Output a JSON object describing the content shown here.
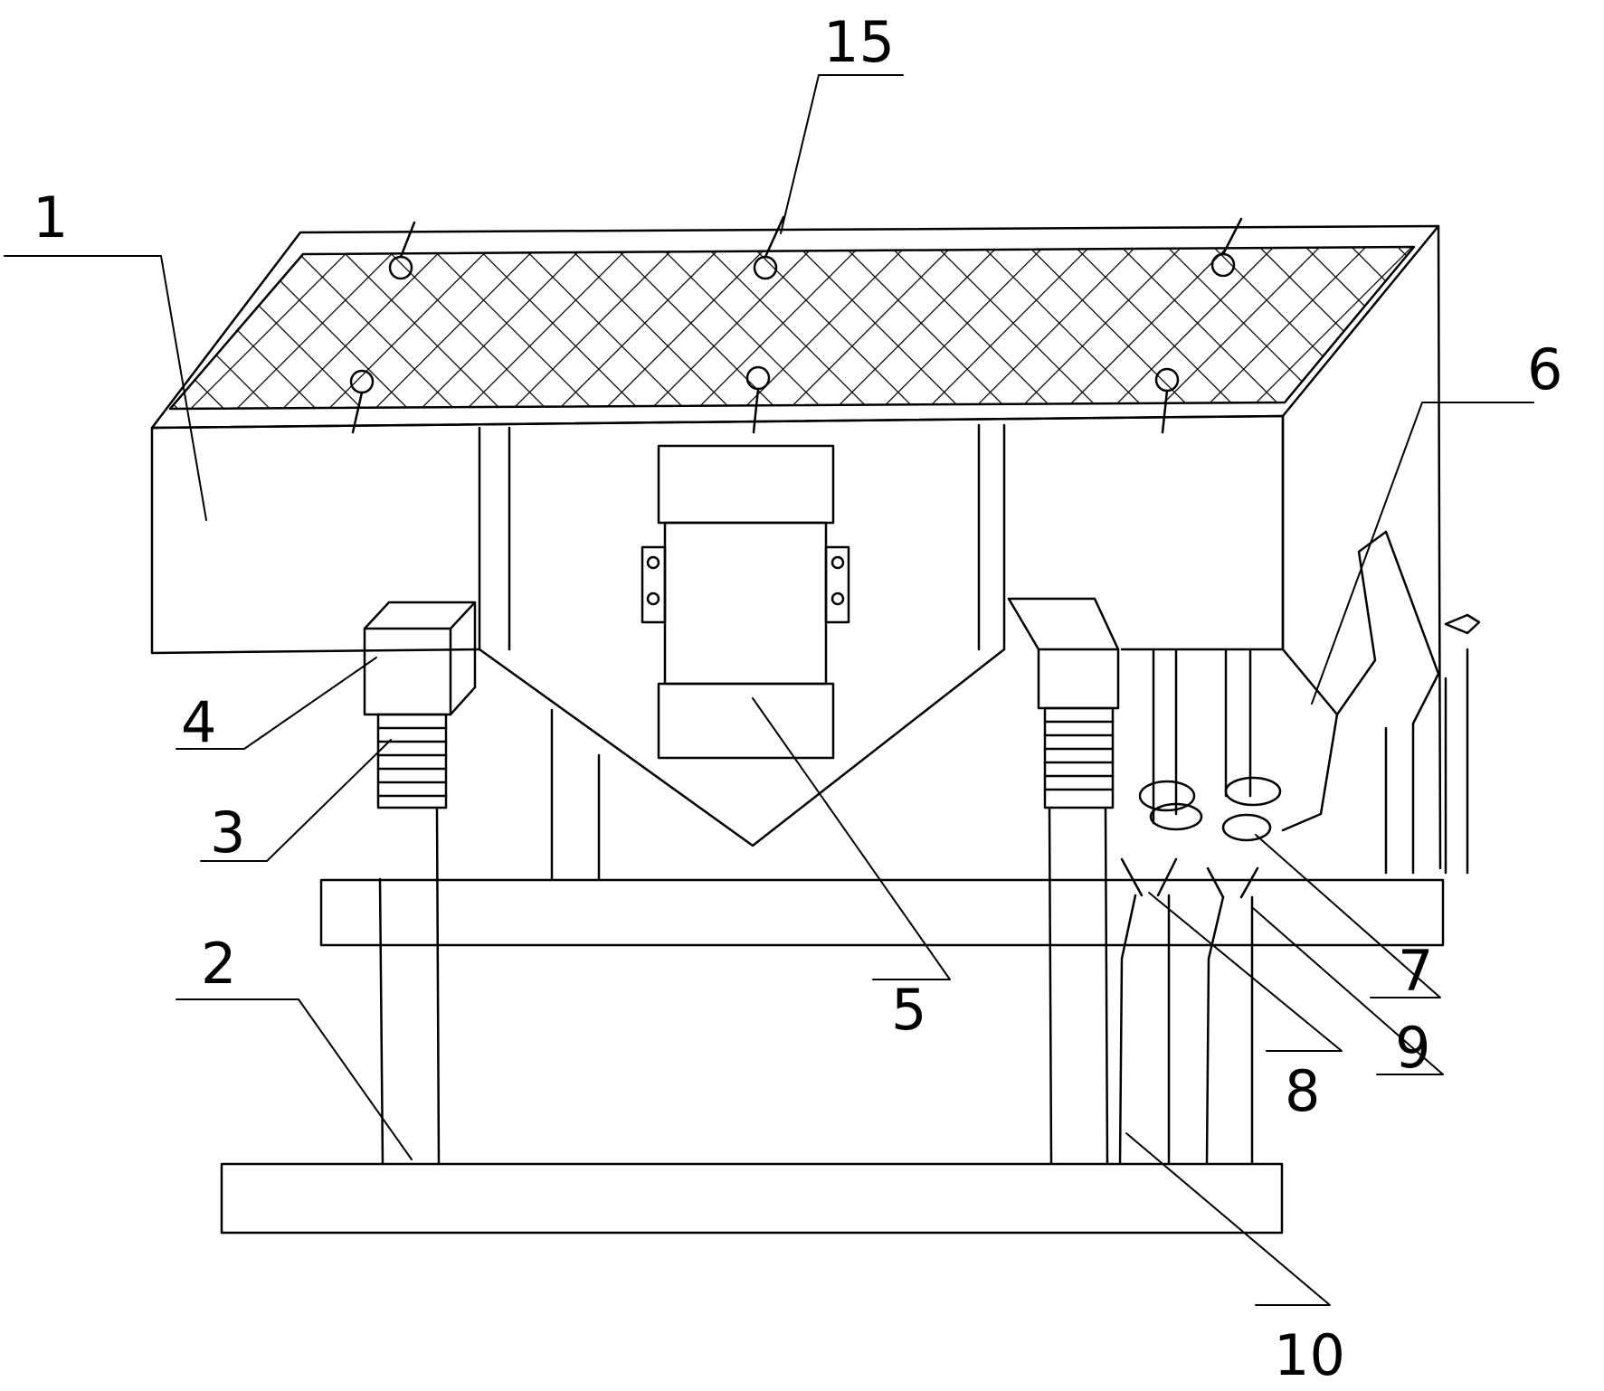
{
  "diagram": {
    "callouts": [
      {
        "id": "c1",
        "label": "1"
      },
      {
        "id": "c2",
        "label": "2"
      },
      {
        "id": "c3",
        "label": "3"
      },
      {
        "id": "c4",
        "label": "4"
      },
      {
        "id": "c5",
        "label": "5"
      },
      {
        "id": "c6",
        "label": "6"
      },
      {
        "id": "c7",
        "label": "7"
      },
      {
        "id": "c8",
        "label": "8"
      },
      {
        "id": "c9",
        "label": "9"
      },
      {
        "id": "c10",
        "label": "10"
      },
      {
        "id": "c15",
        "label": "15"
      }
    ],
    "colors": {
      "stroke": "#000000",
      "background": "#ffffff"
    }
  }
}
